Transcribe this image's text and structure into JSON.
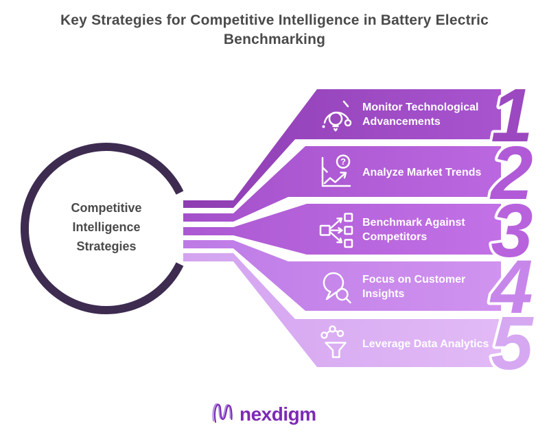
{
  "title": "Key Strategies for Competitive Intelligence in Battery Electric Benchmarking",
  "colors": {
    "ring": "#3d2b50",
    "title_text": "#4a4a4a",
    "band_text": "#ffffff"
  },
  "circle": {
    "label": "Competitive Intelligence Strategies"
  },
  "strategies": [
    {
      "number": "1",
      "label_lines": [
        "Monitor Technological",
        "Advancements"
      ],
      "icon": "innovation-lightbulb-icon",
      "color_left": "#8e3db2",
      "color_right": "#a854cf",
      "number_color": "#9c48c0"
    },
    {
      "number": "2",
      "label_lines": [
        "Analyze Market Trends"
      ],
      "icon": "market-trends-chart-icon",
      "icon_question_glyph": "?",
      "color_left": "#a350ca",
      "color_right": "#bb67e0",
      "number_color": "#b15ad7"
    },
    {
      "number": "3",
      "label_lines": [
        "Benchmark Against",
        "Competitors"
      ],
      "icon": "benchmark-flowchart-icon",
      "color_left": "#ab58d2",
      "color_right": "#c271e6",
      "number_color": "#b863dd"
    },
    {
      "number": "4",
      "label_lines": [
        "Focus on Customer",
        "Insights"
      ],
      "icon": "customer-insights-search-icon",
      "color_left": "#bd7ae6",
      "color_right": "#d093ef",
      "number_color": "#c787ea"
    },
    {
      "number": "5",
      "label_lines": [
        "Leverage Data Analytics"
      ],
      "icon": "data-analytics-funnel-icon",
      "color_left": "#d3a3f0",
      "color_right": "#e2baf6",
      "number_color": "#d6a8f1"
    }
  ],
  "logo": {
    "text": "nexdigm",
    "color": "#7d2ab5",
    "mark_light": "#b492e2",
    "mark_dark": "#7d2ab5"
  }
}
